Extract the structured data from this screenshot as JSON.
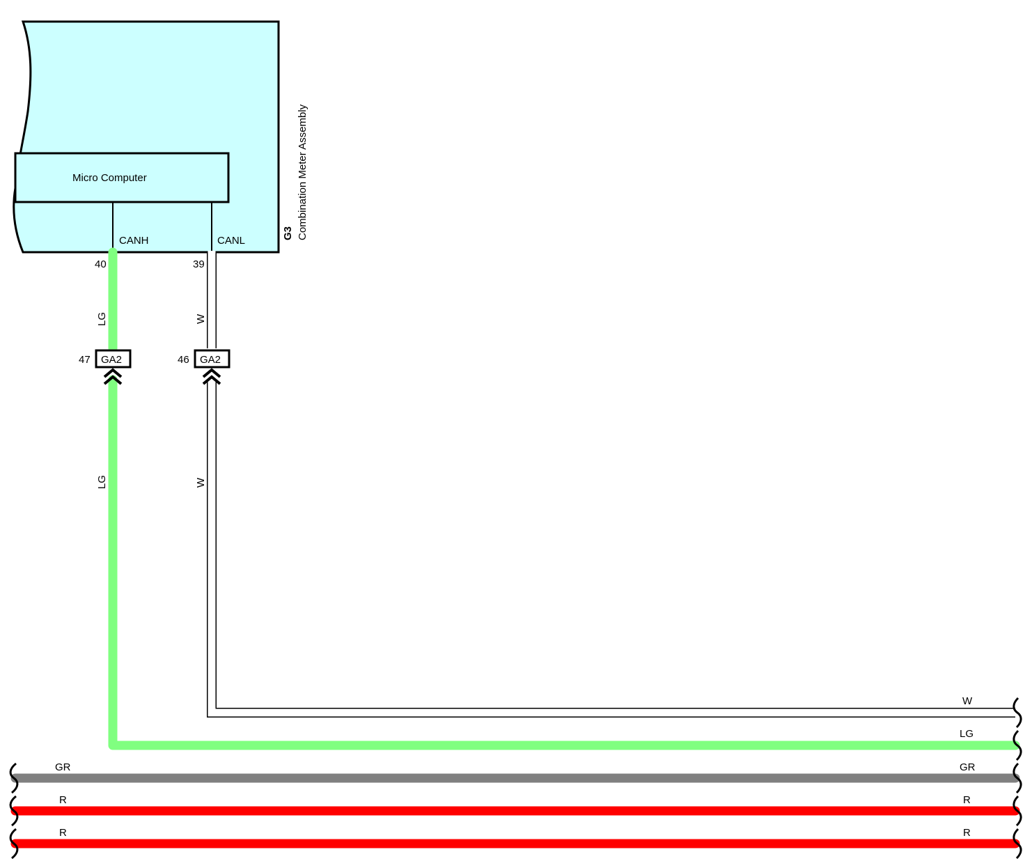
{
  "component": {
    "code": "G3",
    "name": "Combination Meter Assembly",
    "sub_block": "Micro Computer",
    "fill": "#ccffff",
    "pins": [
      {
        "name": "CANH",
        "number": "40"
      },
      {
        "name": "CANL",
        "number": "39"
      }
    ]
  },
  "connectors": [
    {
      "id": "GA2",
      "pin": "47"
    },
    {
      "id": "GA2",
      "pin": "46"
    }
  ],
  "wire_colors": {
    "LG": "#80ff80",
    "W": "#ffffff",
    "GR": "#808080",
    "R": "#ff0000"
  },
  "wires": {
    "canh_upper": "LG",
    "canl_upper": "W",
    "canh_lower": "LG",
    "canl_lower": "W",
    "canl_run_right": "W",
    "canh_run_right": "LG"
  },
  "buses": [
    {
      "left_label": "GR",
      "right_label": "GR"
    },
    {
      "left_label": "R",
      "right_label": "R"
    },
    {
      "left_label": "R",
      "right_label": "R"
    }
  ]
}
